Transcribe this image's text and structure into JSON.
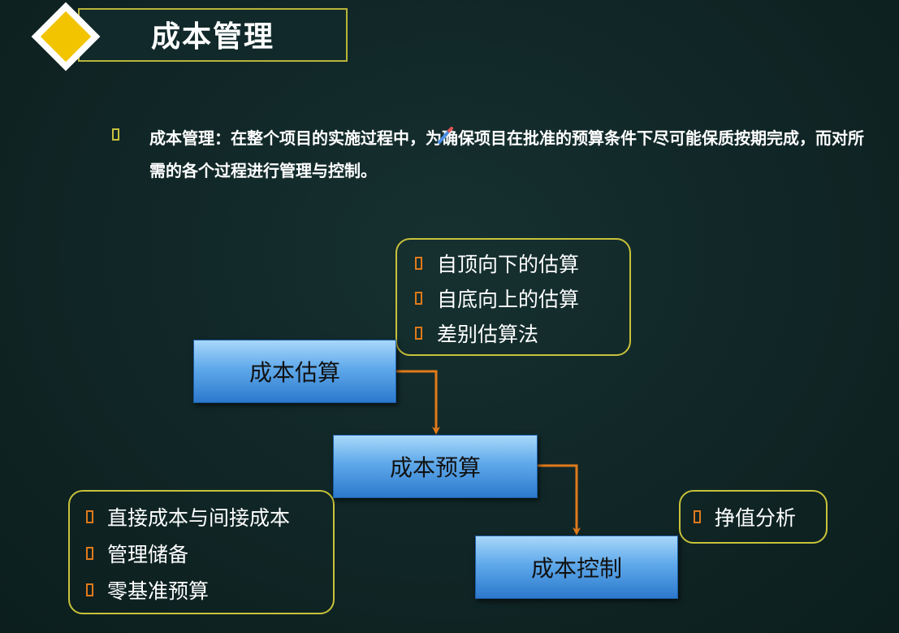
{
  "slide": {
    "title": "成本管理",
    "intro": "成本管理：在整个项目的实施过程中，为确保项目在批准的预算条件下尽可能保质按期完成，而对所需的各个过程进行管理与控制。"
  },
  "processes": [
    {
      "label": "成本估算"
    },
    {
      "label": "成本预算"
    },
    {
      "label": "成本控制"
    }
  ],
  "notes": {
    "estimate": [
      "自顶向下的估算",
      "自底向上的估算",
      "差别估算法"
    ],
    "budget": [
      "直接成本与间接成本",
      "管理储备",
      "零基准预算"
    ],
    "control": [
      "挣值分析"
    ]
  },
  "colors": {
    "accent": "#c8c23a",
    "arrow": "#e07a1a",
    "diamond": "#f2c400",
    "process_blue": "#2c79cd"
  },
  "icons": {
    "title_marker": "diamond-icon",
    "pen": "pen-icon",
    "bullet": "square-bullet-icon"
  }
}
